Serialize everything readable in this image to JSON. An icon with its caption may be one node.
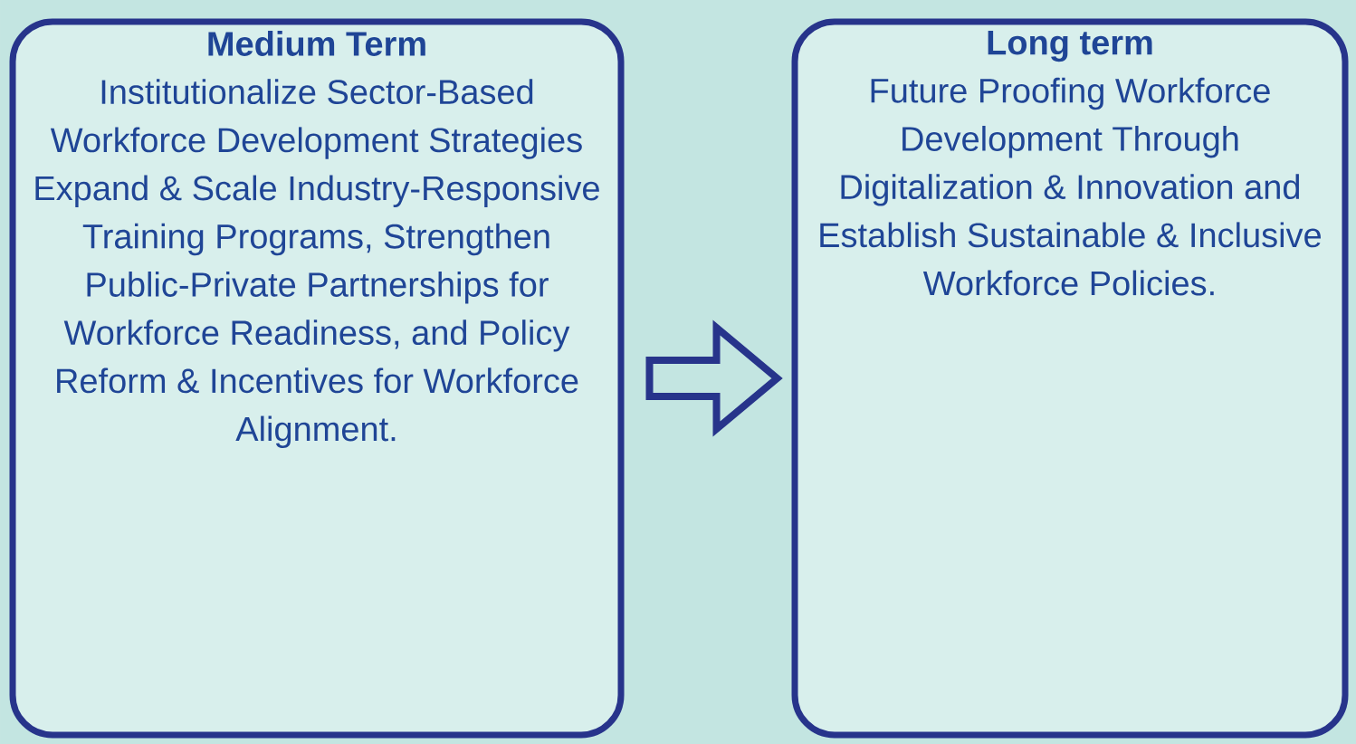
{
  "diagram": {
    "nodes": [
      {
        "text": [
          "Medium Term",
          "Institutionalize Sector-Based Workforce Development Strategies Expand & Scale Industry-Responsive Training Programs, Strengthen Public-Private Partnerships for Workforce Readiness, and Policy Reform & Incentives for Workforce Alignment."
        ]
      },
      {
        "text": [
          "Long term",
          "Future Proofing Workforce Development Through Digitalization & Innovation and Establish Sustainable & Inclusive Workforce Policies."
        ]
      }
    ],
    "edges": [
      {
        "from": 0,
        "to": 1,
        "arrow": "to"
      }
    ]
  }
}
